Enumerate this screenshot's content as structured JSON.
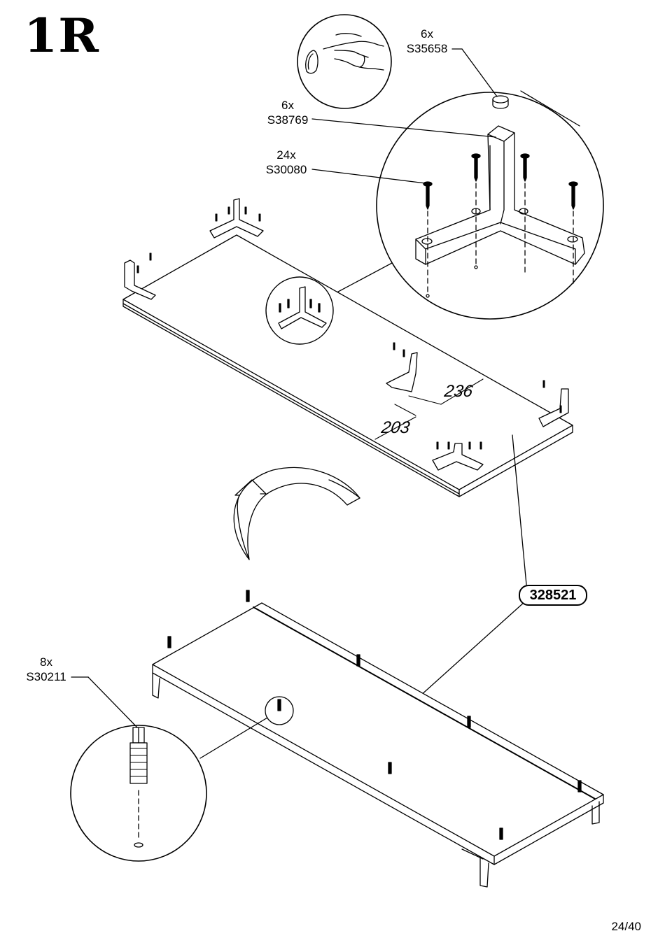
{
  "page": {
    "step_title": "1R",
    "page_number": "24/40"
  },
  "callouts": {
    "cap": {
      "qty": "6x",
      "code": "S35658"
    },
    "bracket": {
      "qty": "6x",
      "code": "S38769"
    },
    "screw": {
      "qty": "24x",
      "code": "S30080"
    },
    "dowel": {
      "qty": "8x",
      "code": "S30211"
    }
  },
  "dimensions": {
    "spacing_a": "236",
    "spacing_b": "203"
  },
  "part": {
    "code": "328521"
  },
  "icons": [
    "hand-press-icon",
    "flip-arrow-icon",
    "screw-icon",
    "cam-dowel-icon",
    "plastic-cap-icon",
    "corner-bracket-icon"
  ]
}
